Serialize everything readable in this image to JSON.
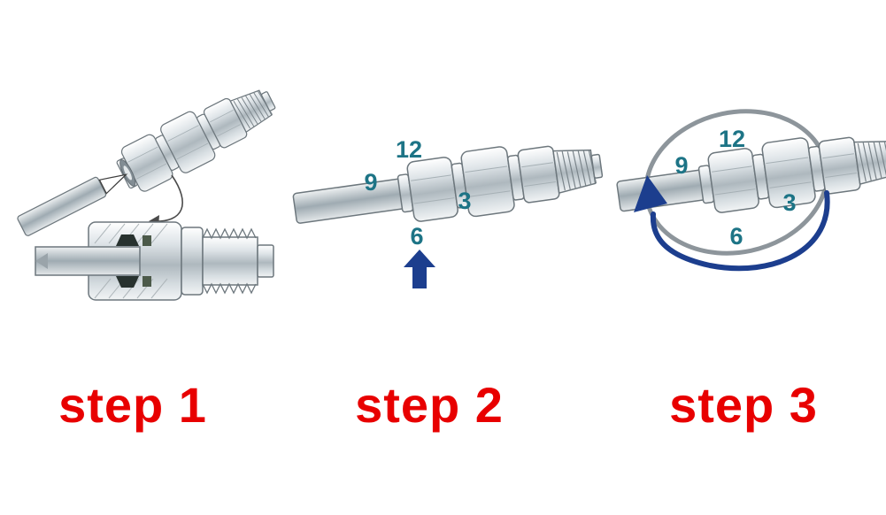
{
  "figure": {
    "description": "Three-step tube fitting installation diagram",
    "steps": [
      {
        "id": "step1",
        "label": "step 1"
      },
      {
        "id": "step2",
        "label": "step 2",
        "clock": {
          "n12": "12",
          "n9": "9",
          "n3": "3",
          "n6": "6"
        }
      },
      {
        "id": "step3",
        "label": "step 3",
        "clock": {
          "n12": "12",
          "n9": "9",
          "n3": "3",
          "n6": "6"
        }
      }
    ],
    "colors": {
      "step_label": "#e80000",
      "clock_numbers": "#1d7486",
      "arrow_blue": "#1c3e8e",
      "rotation_ring": "#8d959b",
      "metal_light": "#f2f4f5",
      "metal_dark": "#aeb8be"
    }
  }
}
